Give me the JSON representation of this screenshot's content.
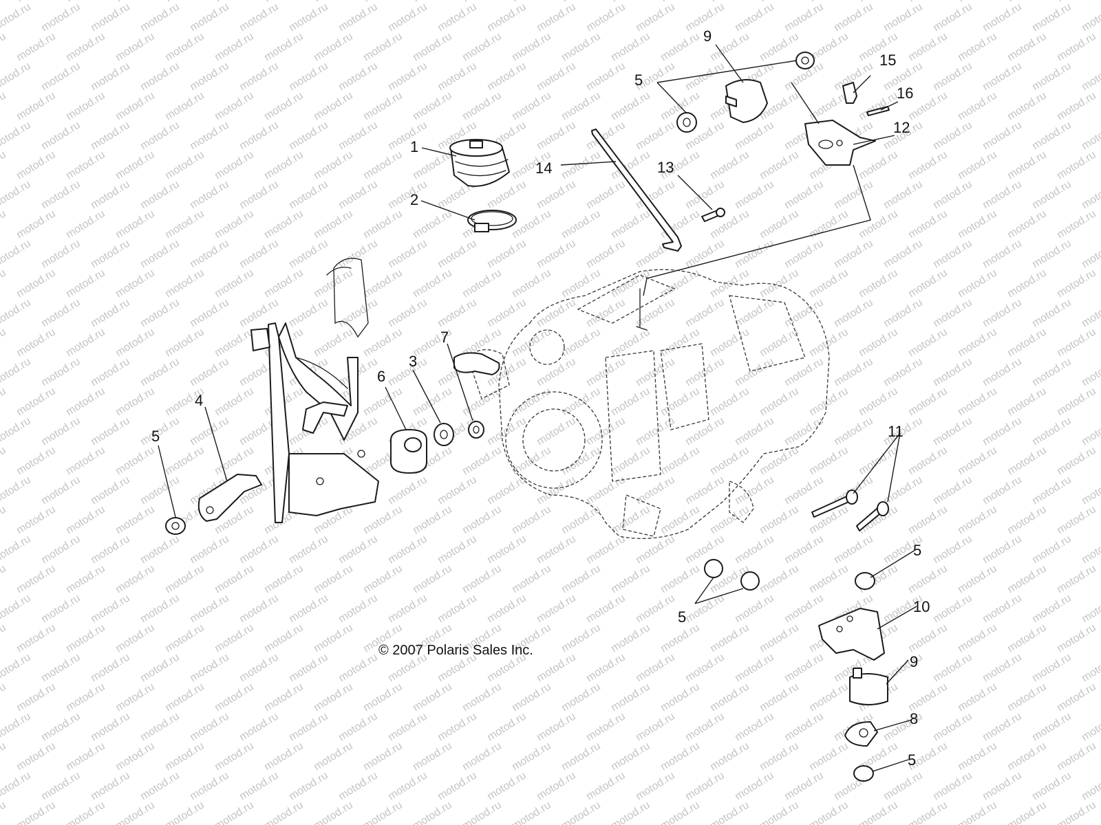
{
  "watermark": "motod.ru",
  "copyright": "© 2007 Polaris Sales Inc.",
  "callouts": [
    {
      "key": "c1",
      "label": "1"
    },
    {
      "key": "c2",
      "label": "2"
    },
    {
      "key": "c3",
      "label": "3"
    },
    {
      "key": "c4",
      "label": "4"
    },
    {
      "key": "c5a",
      "label": "5"
    },
    {
      "key": "c5b",
      "label": "5"
    },
    {
      "key": "c5c",
      "label": "5"
    },
    {
      "key": "c5d",
      "label": "5"
    },
    {
      "key": "c5e",
      "label": "5"
    },
    {
      "key": "c6",
      "label": "6"
    },
    {
      "key": "c7",
      "label": "7"
    },
    {
      "key": "c8",
      "label": "8"
    },
    {
      "key": "c9a",
      "label": "9"
    },
    {
      "key": "c9b",
      "label": "9"
    },
    {
      "key": "c10",
      "label": "10"
    },
    {
      "key": "c11",
      "label": "11"
    },
    {
      "key": "c12",
      "label": "12"
    },
    {
      "key": "c13",
      "label": "13"
    },
    {
      "key": "c14",
      "label": "14"
    },
    {
      "key": "c15",
      "label": "15"
    },
    {
      "key": "c16",
      "label": "16"
    }
  ]
}
